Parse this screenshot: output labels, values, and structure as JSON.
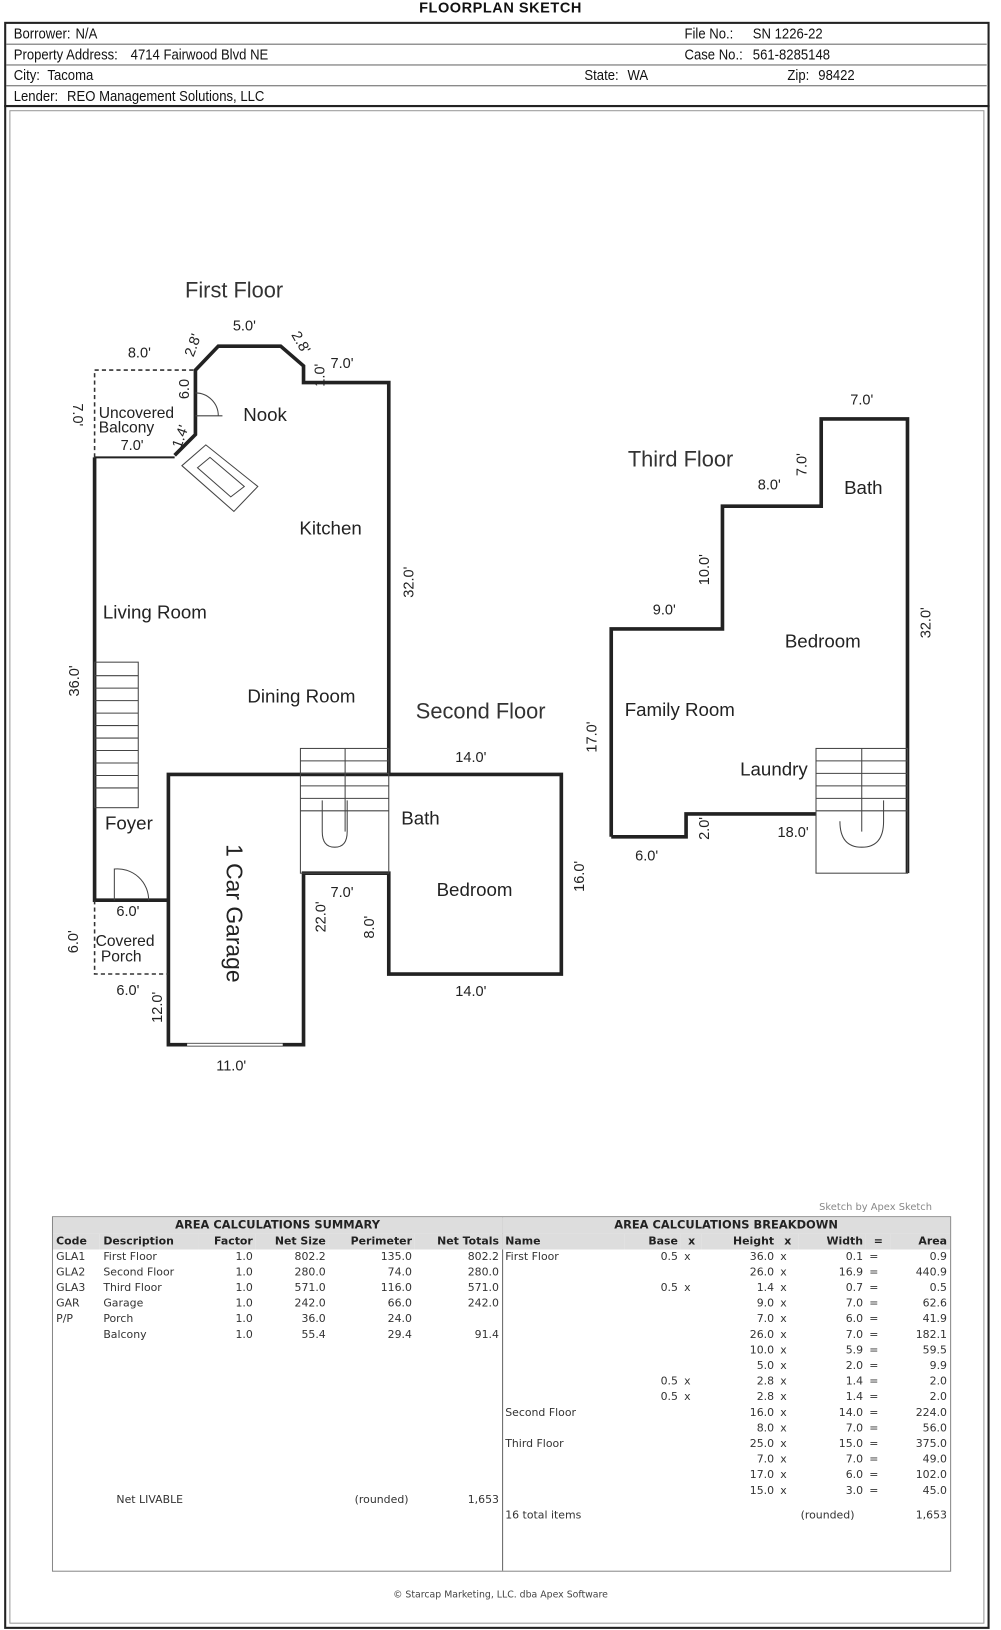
{
  "title": "FLOORPLAN SKETCH",
  "header": {
    "borrower_label": "Borrower:",
    "borrower": "N/A",
    "file_label": "File No.:",
    "file": "SN 1226-22",
    "address_label": "Property Address:",
    "address": "4714 Fairwood Blvd NE",
    "case_label": "Case No.:",
    "case": "561-8285148",
    "city_label": "City:",
    "city": "Tacoma",
    "state_label": "State:",
    "state": "WA",
    "zip_label": "Zip:",
    "zip": "98422",
    "lender_label": "Lender:",
    "lender": "REO Management Solutions, LLC"
  },
  "plan": {
    "floors": [
      "First Floor",
      "Second Floor",
      "Third Floor"
    ],
    "rooms": [
      "Uncovered",
      "Balcony",
      "Nook",
      "Kitchen",
      "Living Room",
      "Dining Room",
      "Foyer",
      "Covered",
      "Porch",
      "1 Car Garage",
      "Bath",
      "Bedroom",
      "Bath",
      "Bedroom",
      "Family Room",
      "Laundry"
    ],
    "dims": [
      "8.0'",
      "2.8'",
      "5.0'",
      "2.8'",
      "1.0'",
      "7.0'",
      "7.0'",
      "6.0",
      "7.0'",
      "1.4'",
      "32.0'",
      "36.0'",
      "14.0'",
      "16.0'",
      "14.0'",
      "7.0'",
      "22.0'",
      "8.0'",
      "6.0'",
      "6.0'",
      "6.0'",
      "12.0'",
      "11.0'",
      "7.0'",
      "7.0'",
      "8.0'",
      "10.0'",
      "9.0'",
      "32.0'",
      "17.0'",
      "2.0'",
      "6.0'",
      "18.0'"
    ]
  },
  "credit": "Sketch by Apex Sketch",
  "summary": {
    "title": "AREA CALCULATIONS SUMMARY",
    "columns": [
      "Code",
      "Description",
      "Factor",
      "Net Size",
      "Perimeter",
      "Net Totals"
    ],
    "rows": [
      [
        "GLA1",
        "First Floor",
        "1.0",
        "802.2",
        "135.0",
        "802.2"
      ],
      [
        "GLA2",
        "Second Floor",
        "1.0",
        "280.0",
        "74.0",
        "280.0"
      ],
      [
        "GLA3",
        "Third Floor",
        "1.0",
        "571.0",
        "116.0",
        "571.0"
      ],
      [
        "GAR",
        "Garage",
        "1.0",
        "242.0",
        "66.0",
        "242.0"
      ],
      [
        "P/P",
        "Porch",
        "1.0",
        "36.0",
        "24.0",
        ""
      ],
      [
        "",
        "Balcony",
        "1.0",
        "55.4",
        "29.4",
        "91.4"
      ]
    ],
    "footer": {
      "label": "Net LIVABLE",
      "rounded": "(rounded)",
      "total": "1,653"
    }
  },
  "breakdown": {
    "title": "AREA CALCULATIONS BREAKDOWN",
    "columns": [
      "Name",
      "Base",
      "x",
      "Height",
      "x",
      "Width",
      "=",
      "Area"
    ],
    "rows": [
      [
        "First Floor",
        "0.5",
        "x",
        "36.0",
        "x",
        "0.1",
        "=",
        "0.9"
      ],
      [
        "",
        "",
        "",
        "26.0",
        "x",
        "16.9",
        "=",
        "440.9"
      ],
      [
        "",
        "0.5",
        "x",
        "1.4",
        "x",
        "0.7",
        "=",
        "0.5"
      ],
      [
        "",
        "",
        "",
        "9.0",
        "x",
        "7.0",
        "=",
        "62.6"
      ],
      [
        "",
        "",
        "",
        "7.0",
        "x",
        "6.0",
        "=",
        "41.9"
      ],
      [
        "",
        "",
        "",
        "26.0",
        "x",
        "7.0",
        "=",
        "182.1"
      ],
      [
        "",
        "",
        "",
        "10.0",
        "x",
        "5.9",
        "=",
        "59.5"
      ],
      [
        "",
        "",
        "",
        "5.0",
        "x",
        "2.0",
        "=",
        "9.9"
      ],
      [
        "",
        "0.5",
        "x",
        "2.8",
        "x",
        "1.4",
        "=",
        "2.0"
      ],
      [
        "",
        "0.5",
        "x",
        "2.8",
        "x",
        "1.4",
        "=",
        "2.0"
      ],
      [
        "Second Floor",
        "",
        "",
        "16.0",
        "x",
        "14.0",
        "=",
        "224.0"
      ],
      [
        "",
        "",
        "",
        "8.0",
        "x",
        "7.0",
        "=",
        "56.0"
      ],
      [
        "Third Floor",
        "",
        "",
        "25.0",
        "x",
        "15.0",
        "=",
        "375.0"
      ],
      [
        "",
        "",
        "",
        "7.0",
        "x",
        "7.0",
        "=",
        "49.0"
      ],
      [
        "",
        "",
        "",
        "17.0",
        "x",
        "6.0",
        "=",
        "102.0"
      ],
      [
        "",
        "",
        "",
        "15.0",
        "x",
        "3.0",
        "=",
        "45.0"
      ]
    ],
    "footer": {
      "label": "16 total items",
      "rounded": "(rounded)",
      "total": "1,653"
    }
  },
  "copyright": "© Starcap Marketing, LLC. dba Apex Software"
}
